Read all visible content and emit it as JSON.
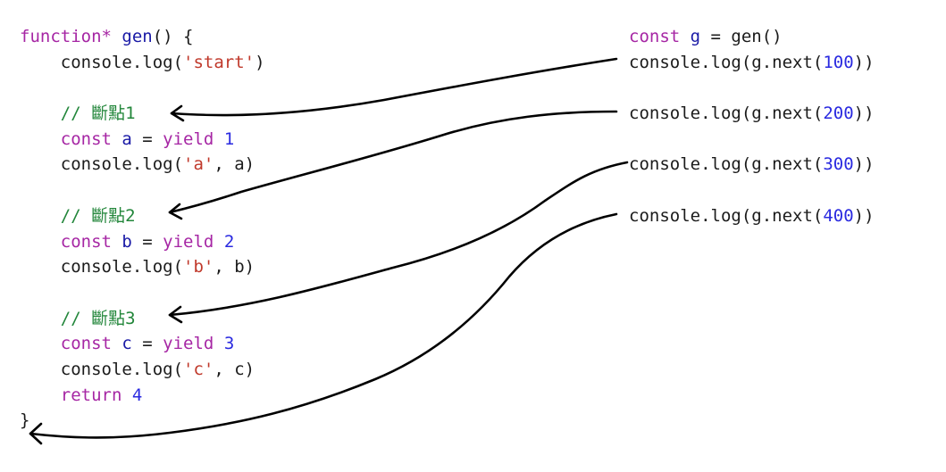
{
  "generator_code": {
    "lines": [
      [
        {
          "t": "kw",
          "v": "function* "
        },
        {
          "t": "fn",
          "v": "gen"
        },
        {
          "t": "plain",
          "v": "() {"
        }
      ],
      [
        {
          "t": "plain",
          "v": "    console.log("
        },
        {
          "t": "str",
          "v": "'start'"
        },
        {
          "t": "plain",
          "v": ")"
        }
      ],
      [],
      [
        {
          "t": "cmt",
          "v": "    // 斷點1"
        }
      ],
      [
        {
          "t": "kw",
          "v": "    const "
        },
        {
          "t": "fn",
          "v": "a"
        },
        {
          "t": "plain",
          "v": " = "
        },
        {
          "t": "kw",
          "v": "yield "
        },
        {
          "t": "num",
          "v": "1"
        }
      ],
      [
        {
          "t": "plain",
          "v": "    console.log("
        },
        {
          "t": "str",
          "v": "'a'"
        },
        {
          "t": "plain",
          "v": ", a)"
        }
      ],
      [],
      [
        {
          "t": "cmt",
          "v": "    // 斷點2"
        }
      ],
      [
        {
          "t": "kw",
          "v": "    const "
        },
        {
          "t": "fn",
          "v": "b"
        },
        {
          "t": "plain",
          "v": " = "
        },
        {
          "t": "kw",
          "v": "yield "
        },
        {
          "t": "num",
          "v": "2"
        }
      ],
      [
        {
          "t": "plain",
          "v": "    console.log("
        },
        {
          "t": "str",
          "v": "'b'"
        },
        {
          "t": "plain",
          "v": ", b)"
        }
      ],
      [],
      [
        {
          "t": "cmt",
          "v": "    // 斷點3"
        }
      ],
      [
        {
          "t": "kw",
          "v": "    const "
        },
        {
          "t": "fn",
          "v": "c"
        },
        {
          "t": "plain",
          "v": " = "
        },
        {
          "t": "kw",
          "v": "yield "
        },
        {
          "t": "num",
          "v": "3"
        }
      ],
      [
        {
          "t": "plain",
          "v": "    console.log("
        },
        {
          "t": "str",
          "v": "'c'"
        },
        {
          "t": "plain",
          "v": ", c)"
        }
      ],
      [
        {
          "t": "kw",
          "v": "    return "
        },
        {
          "t": "num",
          "v": "4"
        }
      ],
      [
        {
          "t": "plain",
          "v": "}"
        }
      ]
    ]
  },
  "caller_code": {
    "lines": [
      [
        {
          "t": "kw",
          "v": "const "
        },
        {
          "t": "fn",
          "v": "g"
        },
        {
          "t": "plain",
          "v": " = gen()"
        }
      ],
      [
        {
          "t": "plain",
          "v": "console.log(g.next("
        },
        {
          "t": "num",
          "v": "100"
        },
        {
          "t": "plain",
          "v": "))"
        }
      ],
      [],
      [
        {
          "t": "plain",
          "v": "console.log(g.next("
        },
        {
          "t": "num",
          "v": "200"
        },
        {
          "t": "plain",
          "v": "))"
        }
      ],
      [],
      [
        {
          "t": "plain",
          "v": "console.log(g.next("
        },
        {
          "t": "num",
          "v": "300"
        },
        {
          "t": "plain",
          "v": "))"
        }
      ],
      [],
      [
        {
          "t": "plain",
          "v": "console.log(g.next("
        },
        {
          "t": "num",
          "v": "400"
        },
        {
          "t": "plain",
          "v": "))"
        }
      ]
    ]
  },
  "arrows": [
    {
      "from": "g.next(100)",
      "to": "// 斷點1"
    },
    {
      "from": "g.next(200)",
      "to": "// 斷點2"
    },
    {
      "from": "g.next(300)",
      "to": "// 斷點3"
    },
    {
      "from": "g.next(400)",
      "to": "}"
    }
  ],
  "colors": {
    "keyword": "#a626a4",
    "identifier": "#1a1aa6",
    "string": "#c0392b",
    "number": "#2a2ae0",
    "comment": "#22863a",
    "text": "#1b1b1b",
    "arrow": "#000000"
  }
}
